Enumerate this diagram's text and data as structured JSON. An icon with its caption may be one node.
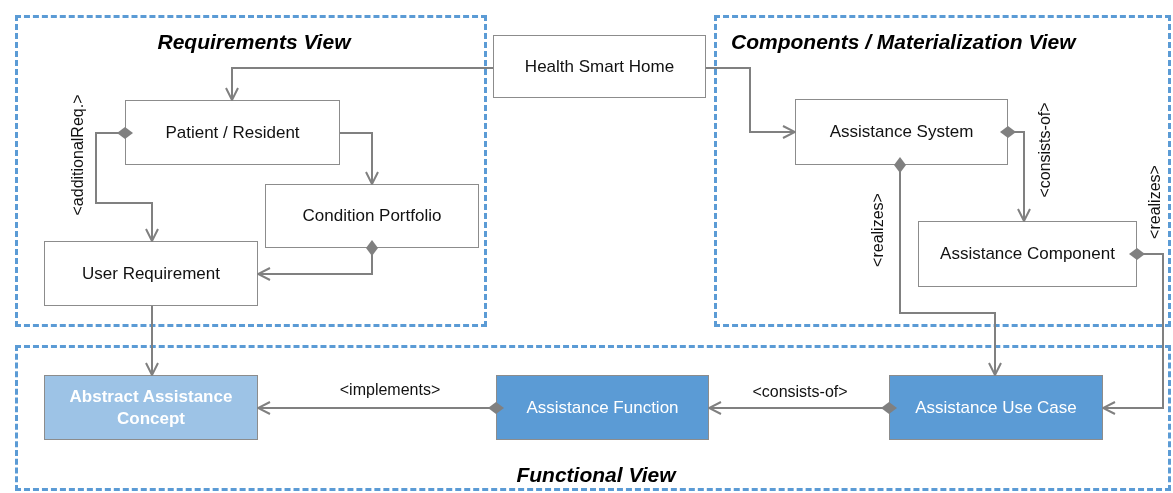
{
  "diagram": {
    "nodes": [
      {
        "text": [
          "Requirements View"
        ]
      },
      {
        "text": [
          "Health Smart Home"
        ]
      },
      {
        "text": [
          "Components / Materialization View"
        ]
      },
      {
        "text": [
          "Patient / Resident"
        ],
        "in": 0
      },
      {
        "text": [
          "Condition Portfolio"
        ],
        "in": 0
      },
      {
        "text": [
          "User Requirement"
        ],
        "in": 0
      },
      {
        "text": [
          "Assistance System"
        ],
        "in": 2
      },
      {
        "text": [
          "Assistance Component"
        ],
        "in": 2
      },
      {
        "text": [
          "Functional View"
        ]
      },
      {
        "text": [
          "Abstract Assistance Concept"
        ],
        "in": 8
      },
      {
        "text": [
          "Assistance Function"
        ],
        "in": 8
      },
      {
        "text": [
          "Assistance Use Case"
        ],
        "in": 8
      }
    ],
    "edges": [
      {
        "from": 1,
        "to": 3,
        "arrow": "to"
      },
      {
        "from": 1,
        "to": 6,
        "arrow": "to"
      },
      {
        "from": 3,
        "to": 4,
        "arrow": "to"
      },
      {
        "from": 3,
        "to": 5,
        "arrow": "to",
        "label": "<additionalReq.>"
      },
      {
        "from": 4,
        "to": 5,
        "arrow": "to"
      },
      {
        "from": 5,
        "to": 9,
        "arrow": "to"
      },
      {
        "from": 6,
        "to": 7,
        "arrow": "to",
        "label": "<consists-of>"
      },
      {
        "from": 6,
        "to": 11,
        "arrow": "to",
        "label": "<realizes>"
      },
      {
        "from": 7,
        "to": 11,
        "arrow": "to",
        "label": "<realizes>"
      },
      {
        "from": 11,
        "to": 10,
        "arrow": "to",
        "label": "<consists-of>"
      },
      {
        "from": 10,
        "to": 9,
        "arrow": "to",
        "label": "<implements>"
      }
    ]
  }
}
